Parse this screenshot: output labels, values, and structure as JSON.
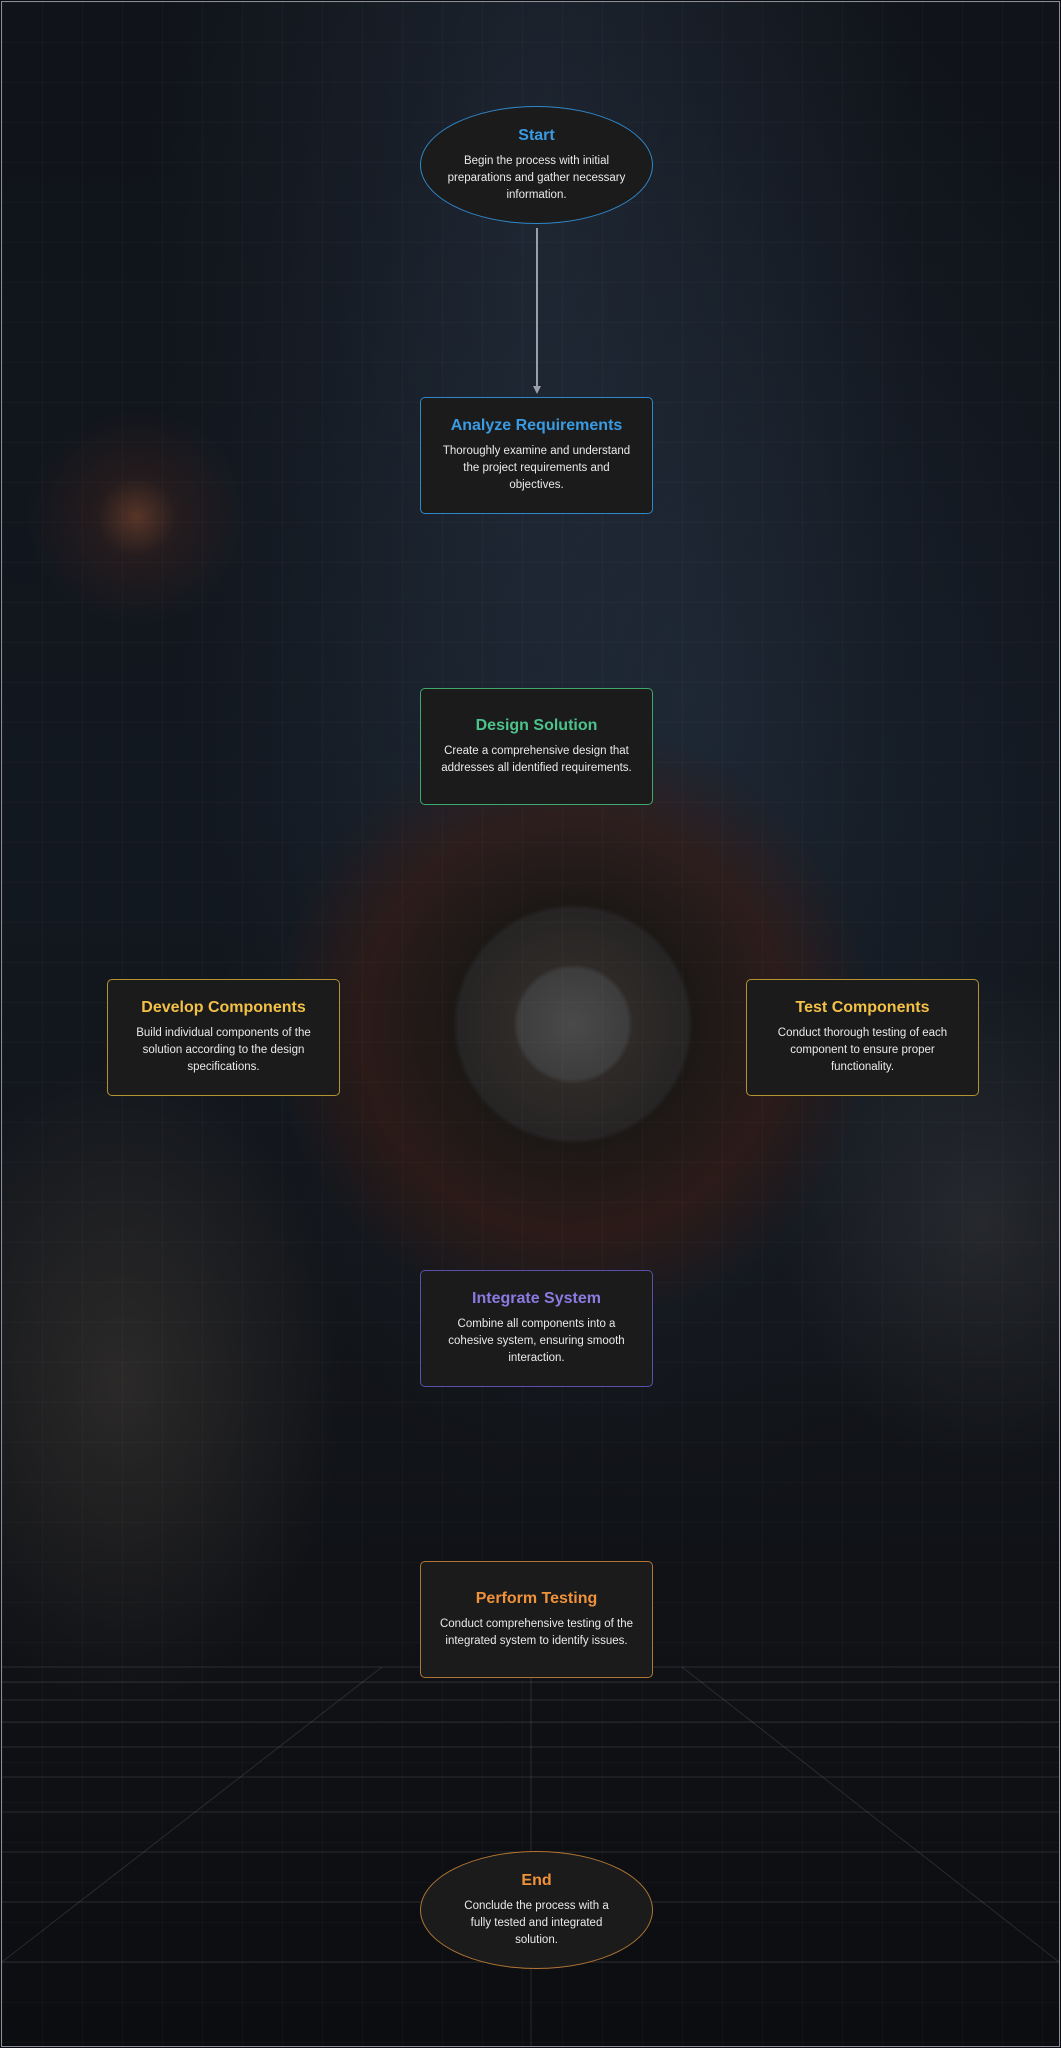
{
  "nodes": {
    "start": {
      "title": "Start",
      "desc": "Begin the process with initial preparations and gather necessary information."
    },
    "analyze": {
      "title": "Analyze Requirements",
      "desc": "Thoroughly examine and understand the project requirements and objectives."
    },
    "design": {
      "title": "Design Solution",
      "desc": "Create a comprehensive design that addresses all identified requirements."
    },
    "develop": {
      "title": "Develop Components",
      "desc": "Build individual components of the solution according to the design specifications."
    },
    "test": {
      "title": "Test Components",
      "desc": "Conduct thorough testing of each component to ensure proper functionality."
    },
    "integrate": {
      "title": "Integrate System",
      "desc": "Combine all components into a cohesive system, ensuring smooth interaction."
    },
    "perform": {
      "title": "Perform Testing",
      "desc": "Conduct comprehensive testing of the integrated system to identify issues."
    },
    "end": {
      "title": "End",
      "desc": "Conclude the process with a fully tested and integrated solution."
    }
  },
  "colors": {
    "blue": "#3a9be2",
    "green": "#4cc38a",
    "yellow": "#f2c145",
    "purple": "#8b7ae0",
    "orange": "#f0923a",
    "connector": "#9aa0a8"
  }
}
